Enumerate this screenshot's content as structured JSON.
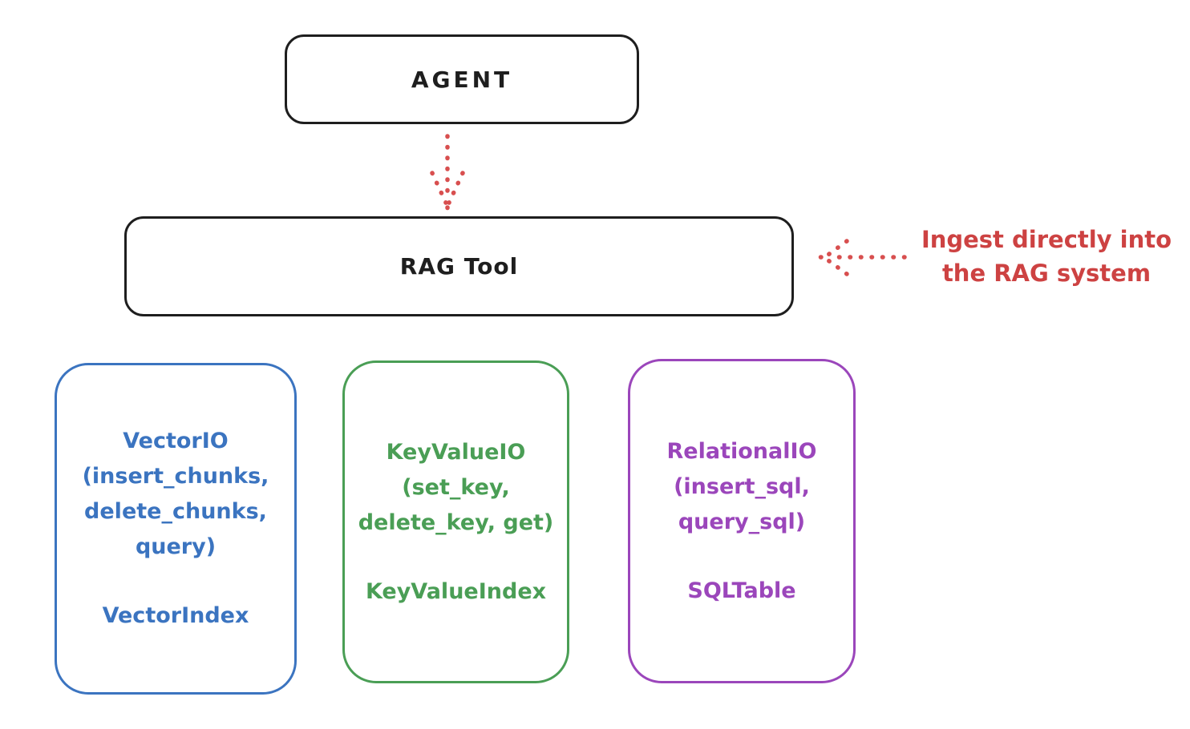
{
  "colors": {
    "stroke_black": "#1e1e1e",
    "accent_red": "#d84f4f",
    "vector_blue": "#3b74c0",
    "keyvalue_green": "#4a9e55",
    "relational_purple": "#9b46bb",
    "background": "#ffffff"
  },
  "nodes": {
    "agent": {
      "label": "AGENT"
    },
    "rag_tool": {
      "label": "RAG Tool"
    },
    "vector": {
      "lines": [
        "VectorIO",
        "(insert_chunks,",
        "delete_chunks,",
        "query)"
      ],
      "footer": "VectorIndex"
    },
    "keyvalue": {
      "lines": [
        "KeyValueIO",
        "(set_key,",
        "delete_key, get)"
      ],
      "footer": "KeyValueIndex"
    },
    "relational": {
      "lines": [
        "RelationalIO",
        "(insert_sql,",
        "query_sql)"
      ],
      "footer": "SQLTable"
    }
  },
  "annotation": {
    "line1": "Ingest directly into",
    "line2": "the RAG system"
  }
}
